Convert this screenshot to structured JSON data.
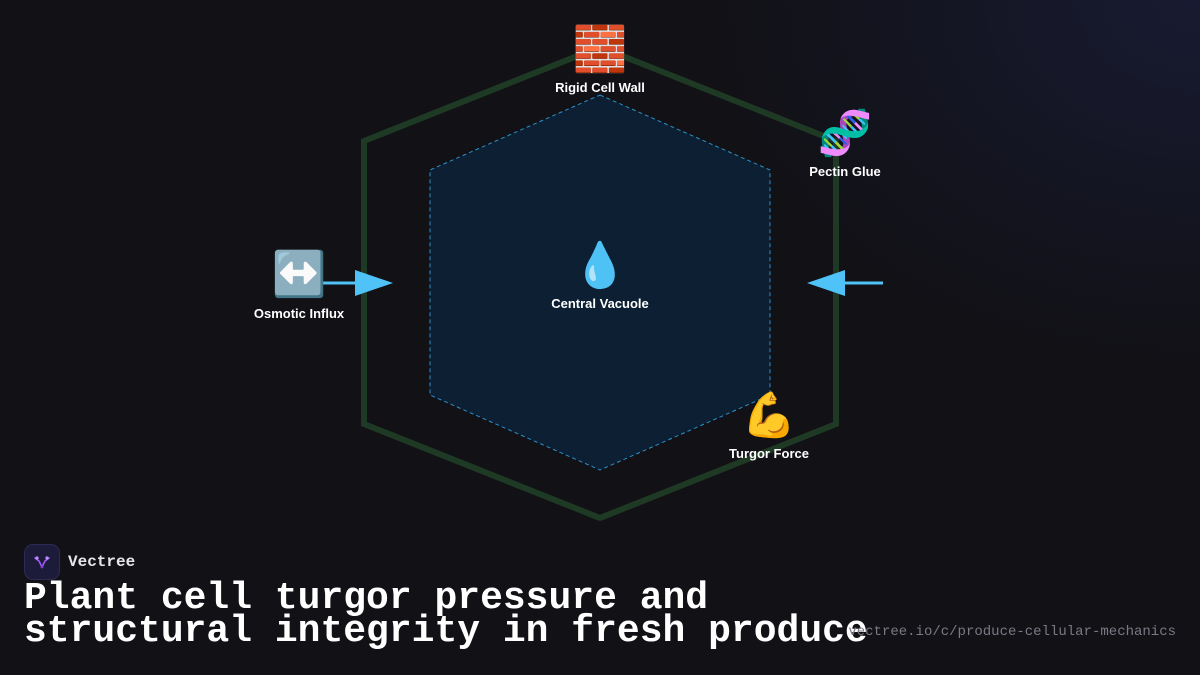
{
  "diagram": {
    "nodes": {
      "wall": {
        "label": "Rigid Cell Wall",
        "icon": "brick-wall-icon",
        "glyph": "🧱"
      },
      "pectin": {
        "label": "Pectin Glue",
        "icon": "dna-icon",
        "glyph": "🧬"
      },
      "osmotic": {
        "label": "Osmotic Influx",
        "icon": "left-right-arrow-icon",
        "glyph": "↔️"
      },
      "vacuole": {
        "label": "Central Vacuole",
        "icon": "water-droplet-icon",
        "glyph": "💧"
      },
      "turgor": {
        "label": "Turgor Force",
        "icon": "flexed-biceps-icon",
        "glyph": "💪"
      }
    },
    "colors": {
      "outer_hexagon_stroke": "#1f3a24",
      "inner_hexagon_fill": "#0c1f33",
      "inner_hexagon_stroke": "#2c8fc9",
      "arrow": "#4fc3f7"
    }
  },
  "footer": {
    "brand": "Vectree",
    "title_line1": "Plant cell turgor pressure and",
    "title_line2": "structural integrity in fresh produce",
    "url": "vectree.io/c/produce-cellular-mechanics"
  }
}
